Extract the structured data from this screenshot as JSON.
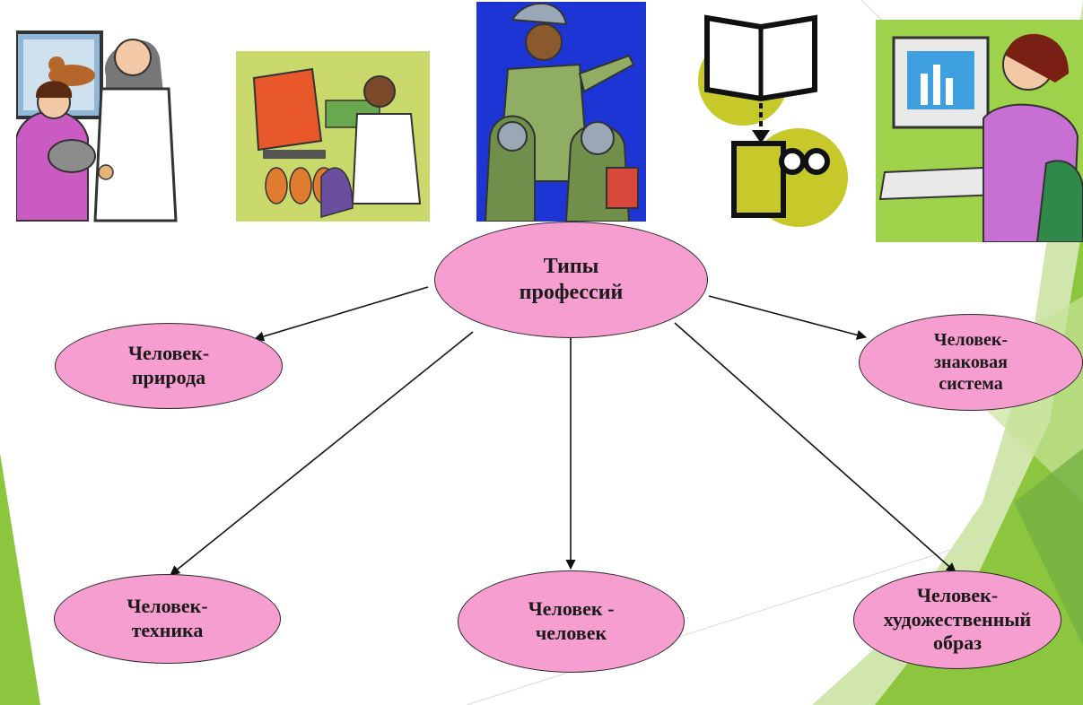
{
  "diagram": {
    "center": {
      "label": "Типы\nпрофессий"
    },
    "nodes": [
      {
        "id": "nature",
        "label": "Человек-\nприрода"
      },
      {
        "id": "sign",
        "label": "Человек-\nзнаковая\nсистема"
      },
      {
        "id": "tech",
        "label": "Человек-\nтехника"
      },
      {
        "id": "human",
        "label": "Человек -\nчеловек"
      },
      {
        "id": "art",
        "label": "Человек-\nхудожественный\nобраз"
      }
    ]
  },
  "illustrations": [
    {
      "id": "vet",
      "icon": "veterinarian-clipart-icon"
    },
    {
      "id": "lab",
      "icon": "laboratory-technician-clipart-icon"
    },
    {
      "id": "guide",
      "icon": "tour-guide-with-children-clipart-icon"
    },
    {
      "id": "book",
      "icon": "book-and-reader-clipart-icon"
    },
    {
      "id": "computer",
      "icon": "woman-at-computer-clipart-icon"
    }
  ],
  "colors": {
    "node_fill": "#f79ed0",
    "accent_green": "#8cc63f",
    "arrow": "#111111"
  }
}
